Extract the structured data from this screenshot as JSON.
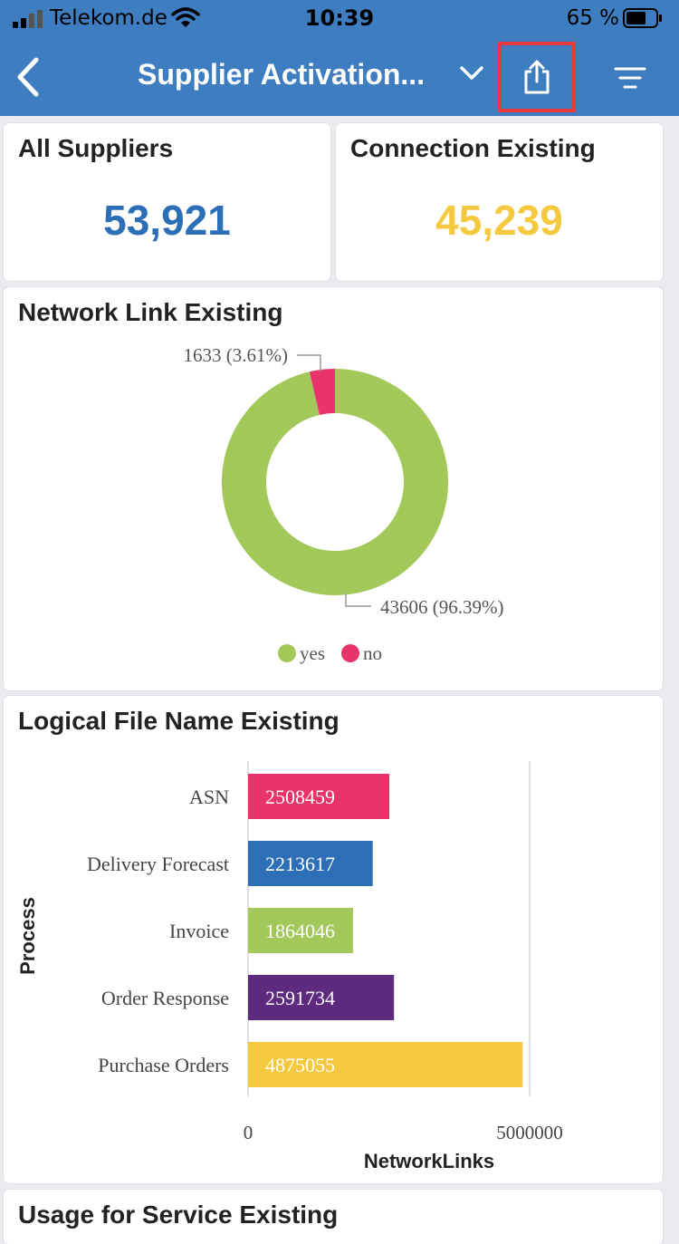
{
  "status_bar": {
    "carrier": "Telekom.de",
    "time": "10:39",
    "battery": "65 %"
  },
  "nav": {
    "title": "Supplier Activation...",
    "icons": [
      "back-chevron-icon",
      "chevron-down-icon",
      "share-icon",
      "filter-menu-icon"
    ]
  },
  "kpis": {
    "all_suppliers": {
      "label": "All Suppliers",
      "value": "53,921",
      "color": "#2d6fb7"
    },
    "connection_existing": {
      "label": "Connection Existing",
      "value": "45,239",
      "color": "#f5c93f"
    }
  },
  "network_link": {
    "title": "Network Link Existing"
  },
  "logical_file": {
    "title": "Logical File Name Existing"
  },
  "next_card": {
    "title": "Usage for Service Existing"
  },
  "chart_data": [
    {
      "type": "pie",
      "title": "Network Link Existing",
      "donut": true,
      "slices": [
        {
          "name": "yes",
          "value": 43606,
          "label": "43606 (96.39%)",
          "color": "#a3c85a"
        },
        {
          "name": "no",
          "value": 1633,
          "label": "1633 (3.61%)",
          "color": "#e8336b"
        }
      ],
      "legend": [
        "yes",
        "no"
      ],
      "legend_placement": "bottom"
    },
    {
      "type": "bar",
      "orientation": "horizontal",
      "title": "Logical File Name Existing",
      "xlabel": "NetworkLinks",
      "ylabel": "Process",
      "xlim": [
        0,
        5000000
      ],
      "xticks": [
        "0",
        "5000000"
      ],
      "categories": [
        "ASN",
        "Delivery Forecast",
        "Invoice",
        "Order Response",
        "Purchase Orders"
      ],
      "values": [
        2508459,
        2213617,
        1864046,
        2591734,
        4875055
      ],
      "colors": [
        "#e8336b",
        "#2d6fb7",
        "#a3c85a",
        "#5e2a7e",
        "#f5c93f"
      ],
      "grid": true
    }
  ]
}
